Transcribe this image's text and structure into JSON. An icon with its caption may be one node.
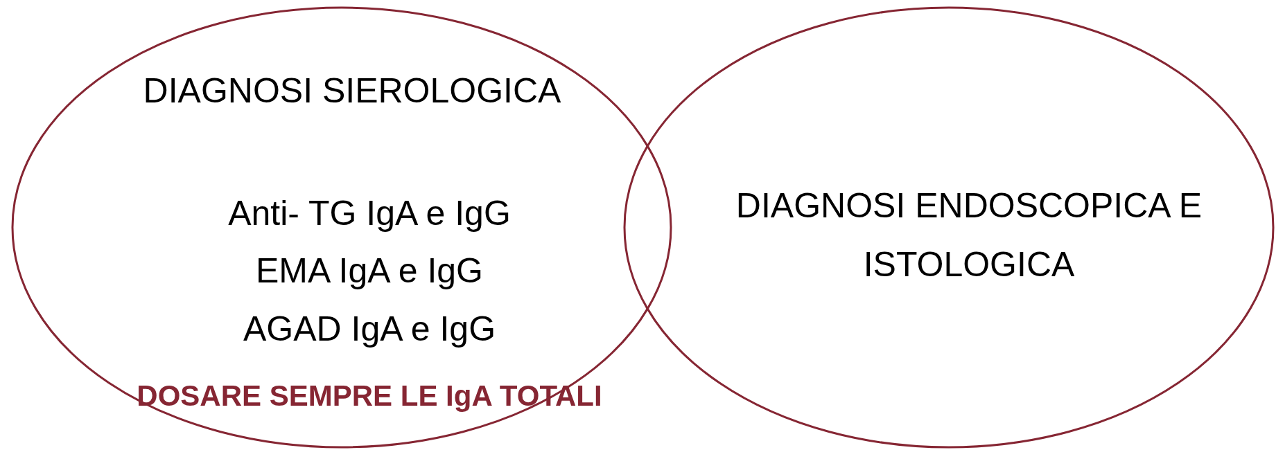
{
  "diagram": {
    "nodes": [
      {
        "text": [
          "DIAGNOSI SIEROLOGICA",
          "Anti- TG IgA e IgG",
          "EMA IgA e IgG",
          "AGAD IgA e IgG",
          "DOSARE SEMPRE LE IgA TOTALI"
        ]
      },
      {
        "text": [
          "DIAGNOSI ENDOSCOPICA E ISTOLOGICA"
        ]
      }
    ]
  }
}
